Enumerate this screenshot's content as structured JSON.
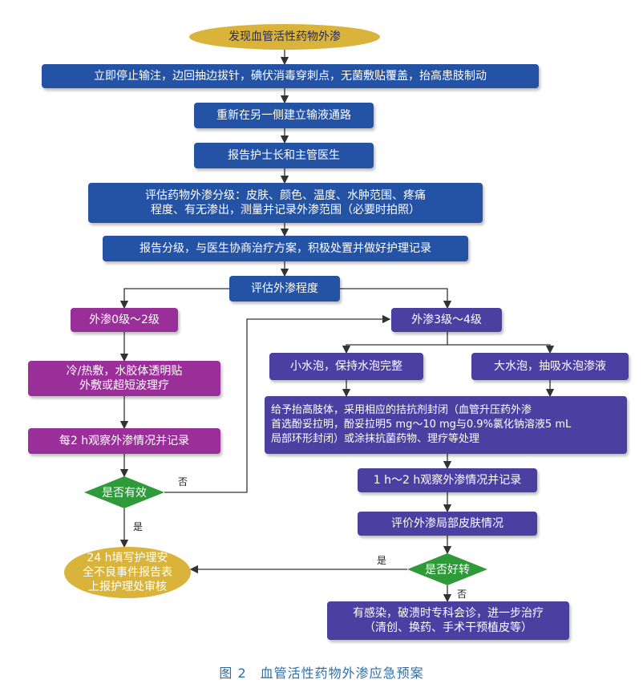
{
  "nodes": {
    "start": "发现血管活性药物外渗",
    "stop": "立即停止输注，边回抽边拔针，碘伏消毒穿刺点，无菌敷贴覆盖，抬高患肢制动",
    "reestablish": "重新在另一侧建立输液通路",
    "report_nurse": "报告护士长和主管医生",
    "assess_grade": "评估药物外渗分级：皮肤、颜色、温度、水肿范围、疼痛\n程度、有无渗出，测量并记录外渗范围（必要时拍照）",
    "report_grade": "报告分级，与医生协商治疗方案，积极处置并做好护理记录",
    "assess_degree": "评估外渗程度",
    "grade_0_2": "外渗0级～2级",
    "cold_hot": "冷/热敷，水胶体透明贴\n外敷或超短波理疗",
    "observe_2h": "每2 h观察外渗情况并记录",
    "effective": "是否有效",
    "report_event": "24 h填写护理安\n全不良事件报告表\n上报护理处审核",
    "grade_3_4": "外渗3级～4级",
    "small_blister": "小水泡，保持水泡完整",
    "large_blister": "大水泡，抽吸水泡渗液",
    "elevate": "给予抬高肢体，采用相应的拮抗剂封闭（血管升压药外渗\n首选酚妥拉明，酚妥拉明5 mg～10 mg与0.9%氯化钠溶液5 mL\n局部环形封闭）或涂抹抗菌药物、理疗等处理",
    "observe_1_2h": "1 h～2 h观察外渗情况并记录",
    "evaluate_skin": "评价外渗局部皮肤情况",
    "improved": "是否好转",
    "infection": "有感染，破溃时专科会诊，进一步治疗\n（清创、换药、手术干预植皮等）"
  },
  "labels": {
    "no_left": "否",
    "yes_left": "是",
    "yes_right": "是",
    "no_right": "否"
  },
  "caption": "图 2　血管活性药物外渗应急预案",
  "colors": {
    "blue": "#2453a6",
    "indigo": "#4c3fa2",
    "purple": "#9a2f9a",
    "green": "#2f9a3a",
    "gold": "#d9b33a"
  }
}
